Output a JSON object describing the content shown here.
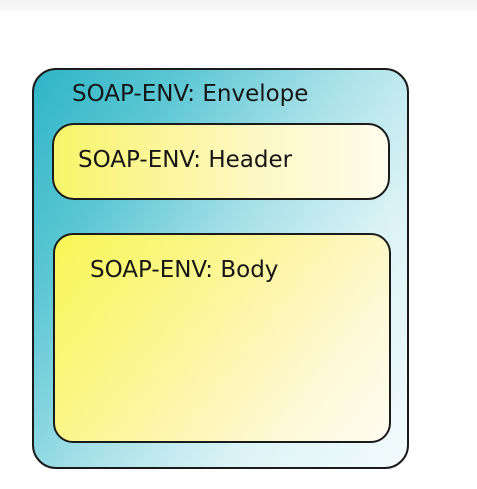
{
  "diagram": {
    "envelope": {
      "label": "SOAP-ENV: Envelope"
    },
    "header": {
      "label": "SOAP-ENV: Header"
    },
    "body": {
      "label": "SOAP-ENV: Body"
    }
  },
  "colors": {
    "envelope_fill": "#2fb5c6",
    "header_fill": "#f8f56a",
    "body_fill": "#f9f656",
    "outline": "#1b1b1b",
    "text": "#161616"
  }
}
